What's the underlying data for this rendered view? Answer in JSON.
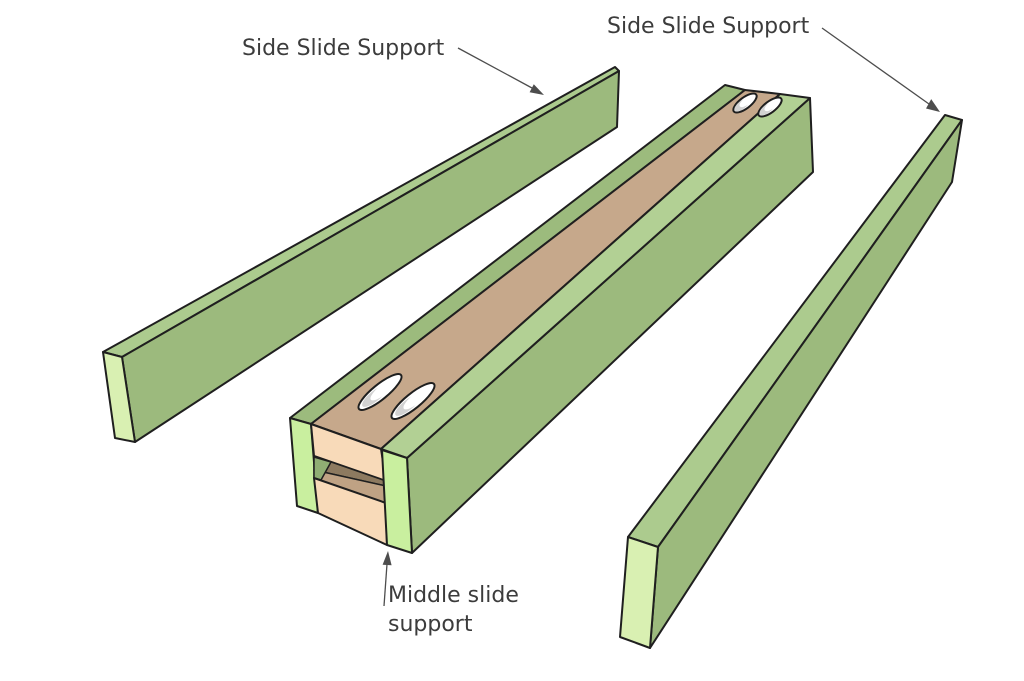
{
  "labels": {
    "side_left": "Side Slide Support",
    "side_right": "Side Slide Support",
    "middle": "Middle slide\nsupport"
  },
  "colors": {
    "background": "#ffffff",
    "outline": "#1f1f1f",
    "side_green": "#9cba7d",
    "top_green": "#accb8e",
    "end_green": "#d9f0b2",
    "end_green_bright": "#c9ef9f",
    "strip_green_left": "#9cbb7d",
    "strip_green_right": "#b2d094",
    "tan_top": "#c6a88b",
    "peach": "#f8dab9",
    "slot_tan": "#bfa284",
    "slot_shadow": "#8d7a60",
    "slot_green": "#8fae74",
    "hole_fill": "#ffffff",
    "hole_shade": "#d2d2d2",
    "arrow": "#4d4d4d",
    "label": "#3c3c3c"
  }
}
